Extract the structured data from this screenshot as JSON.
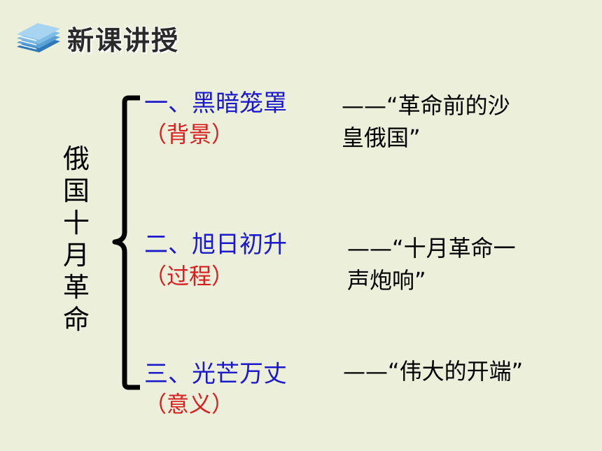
{
  "header": {
    "title": "新课讲授",
    "icon": "book-stack-icon"
  },
  "root": {
    "chars": [
      "俄",
      "国",
      "十",
      "月",
      "革",
      "命"
    ]
  },
  "branches": [
    {
      "title": "一、黑暗笼罩",
      "subtitle": "（背景）",
      "desc_line1": "——“革命前的沙",
      "desc_line2": "皇俄国”"
    },
    {
      "title": "二、旭日初升",
      "subtitle": "（过程）",
      "desc_line1": "——“十月革命一",
      "desc_line2": "声炮响”"
    },
    {
      "title": "三、光芒万丈",
      "subtitle": "（意义）",
      "desc_line1": "——“伟大的开端”",
      "desc_line2": ""
    }
  ],
  "colors": {
    "background": "#ecefd9",
    "title_blue": "#1a1acc",
    "subtitle_red": "#d81e1e"
  }
}
